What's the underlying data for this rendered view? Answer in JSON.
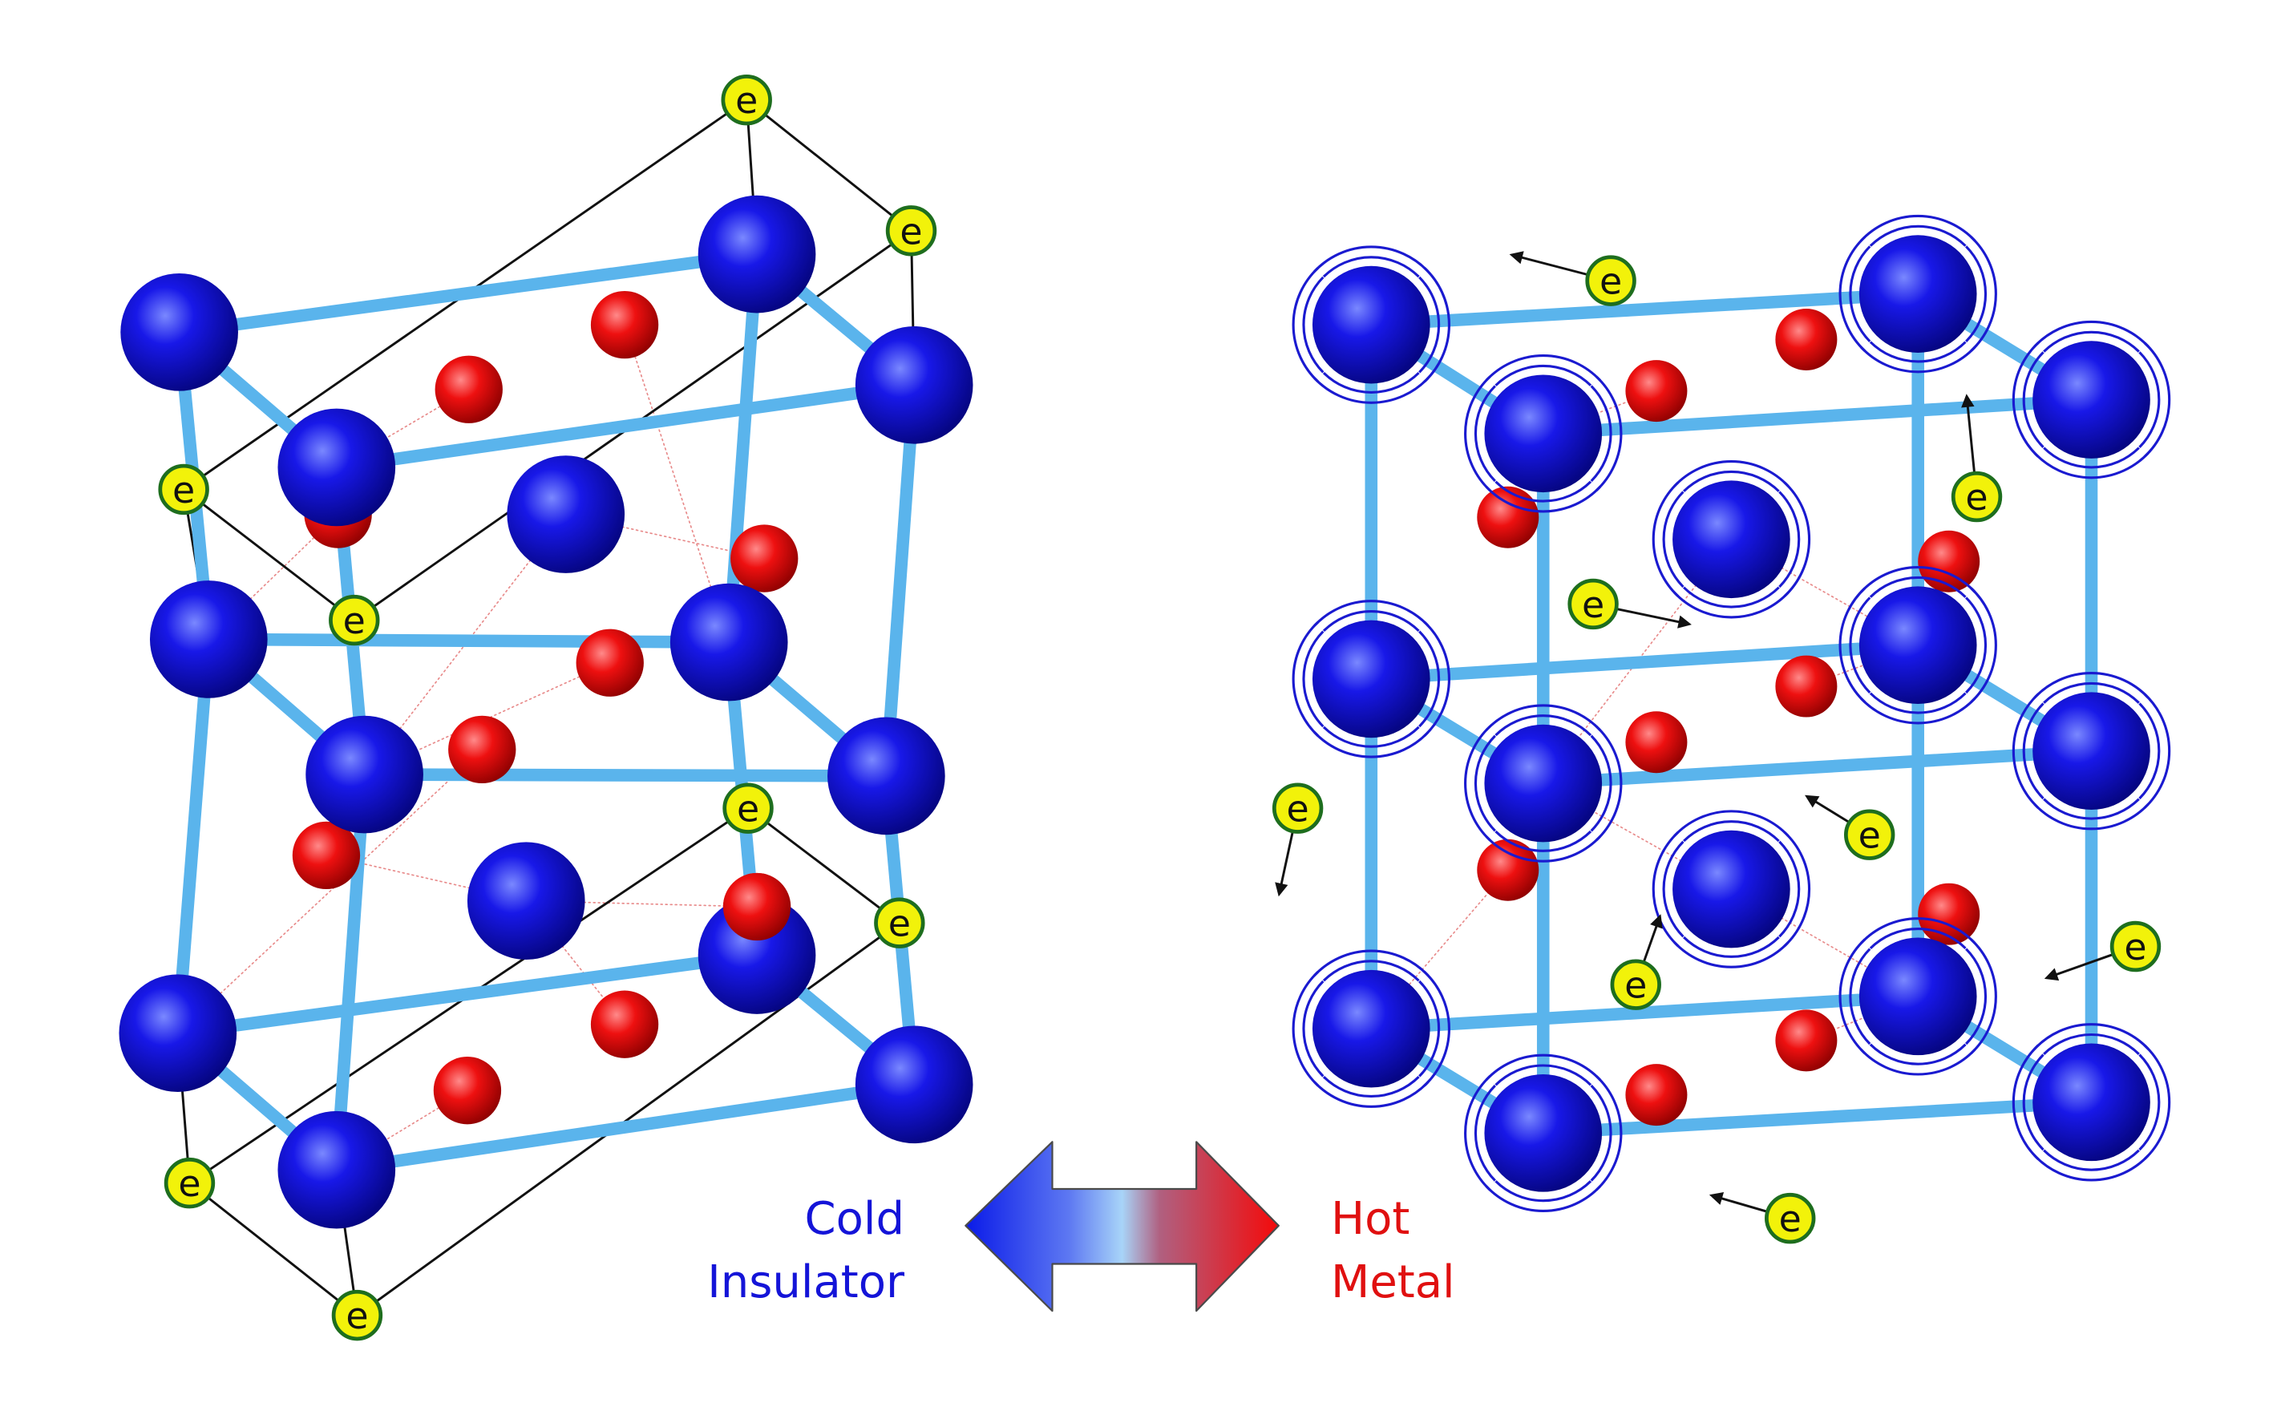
{
  "diagram": {
    "electron_symbol": "e",
    "colors": {
      "atom_blue": "#1010e0",
      "atom_red": "#e81010",
      "bond_blue": "#5ab4ec",
      "electron_yellow": "#f2f20a",
      "vibration_arcs": "#1a1ad0",
      "cold_text": "#1414d8",
      "hot_text": "#e01010"
    },
    "transition": {
      "arrow": "double-headed arrow, blue to red gradient",
      "left_label": {
        "line1": "Cold",
        "line2": "Insulator"
      },
      "right_label": {
        "line1": "Hot",
        "line2": "Metal"
      }
    }
  }
}
